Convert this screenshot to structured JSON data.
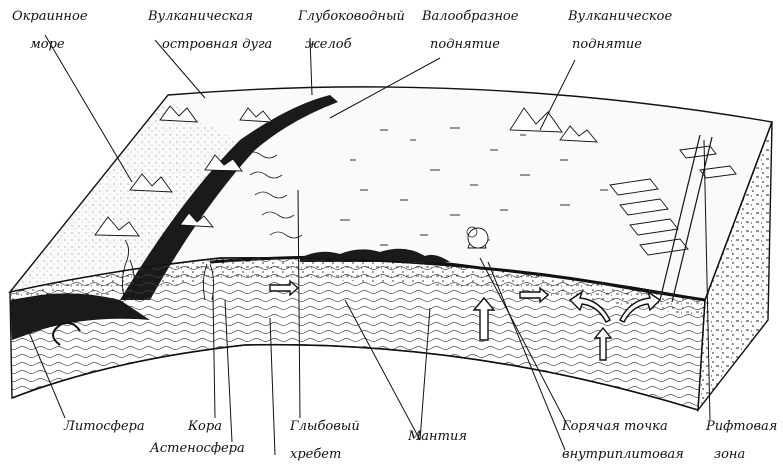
{
  "labels": {
    "marginal_sea_1": "Окраинное",
    "marginal_sea_2": "море",
    "volcanic_arc_1": "Вулканическая",
    "volcanic_arc_2": "островная дуга",
    "trench_1": "Глубоководный",
    "trench_2": "желоб",
    "swell_1": "Валообразное",
    "swell_2": "поднятие",
    "volcanic_rise_1": "Вулканическое",
    "volcanic_rise_2": "поднятие",
    "lithosphere": "Литосфера",
    "crust": "Кора",
    "asthenosphere": "Астеносфера",
    "ridge_1": "Глыбовый",
    "ridge_2": "хребет",
    "mantle": "Мантия",
    "hotspot_1": "Горячая точка",
    "hotspot_2": "внутриплитовая",
    "rift_1": "Рифтовая",
    "rift_2": "зона"
  },
  "colors": {
    "ink": "#111111",
    "paper": "#ffffff",
    "crust_dark": "#1a1a1a",
    "mantle_grey": "#d8d8d8"
  }
}
